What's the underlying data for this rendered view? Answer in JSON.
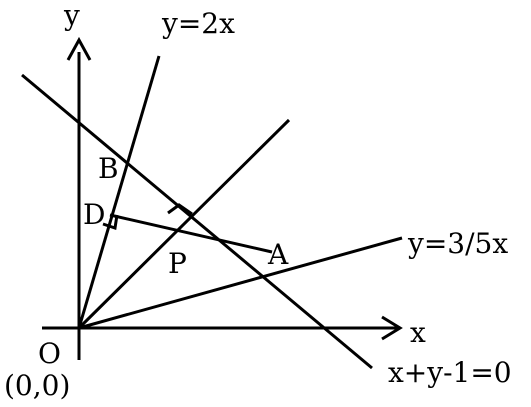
{
  "axes": {
    "x_label": "x",
    "y_label": "y",
    "origin_label": "O",
    "origin_coords": "(0,0)"
  },
  "lines": {
    "y_2x": "y=2x",
    "y_35x": "y=3/5x",
    "x_y_1": "x+y-1=0"
  },
  "points": {
    "A": "A",
    "B": "B",
    "D": "D",
    "P": "P"
  }
}
